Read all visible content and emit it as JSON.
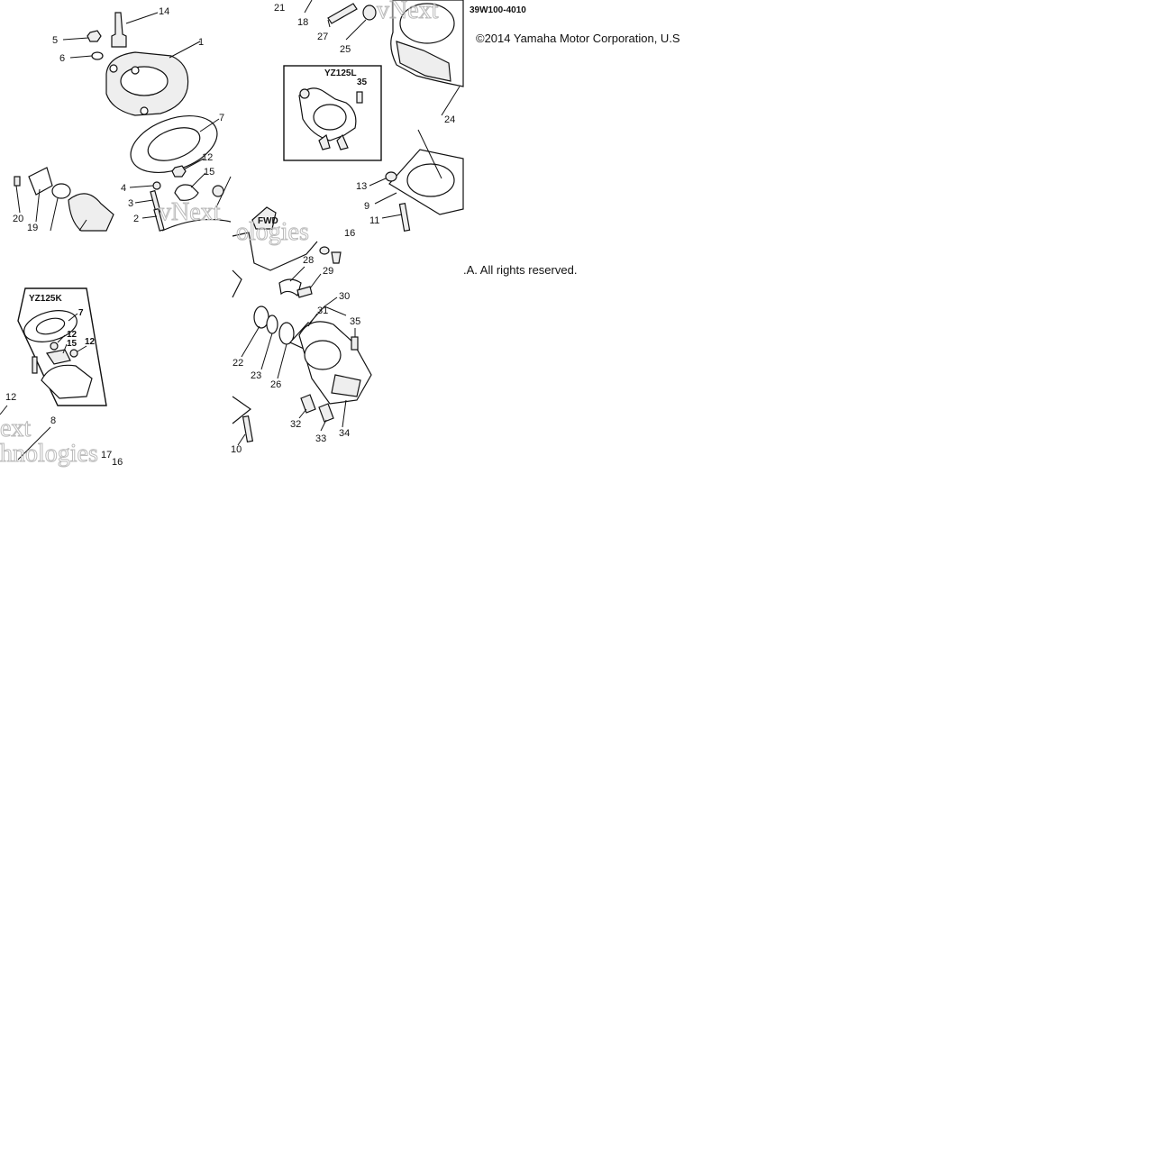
{
  "drawing_code": "39W100-4010",
  "copyright_line1": "©2014 Yamaha Motor Corporation, U.S",
  "copyright_line2": ".A. All rights reserved.",
  "inset_labels": {
    "yz125l": "YZ125L",
    "yz125k": "YZ125K"
  },
  "fwd_mark": "FWD",
  "watermark": {
    "a": "vNext",
    "b": "ext",
    "c": "hnologies",
    "d": "ologies"
  },
  "callouts": {
    "c1": "1",
    "c2": "2",
    "c3": "3",
    "c4": "4",
    "c5": "5",
    "c6": "6",
    "c7": "7",
    "c9": "9",
    "c11": "11",
    "c12": "12",
    "c13": "13",
    "c14": "14",
    "c15": "15",
    "c18": "18",
    "c19": "19",
    "c20": "20",
    "c21": "21",
    "c24": "24",
    "c25": "25",
    "c27": "27",
    "b16": "16",
    "b28": "28",
    "b29": "29",
    "b30": "30",
    "b31": "31",
    "b35": "35",
    "b22": "22",
    "b23": "23",
    "b26": "26",
    "b32": "32",
    "b33": "33",
    "b34": "34",
    "b10": "10",
    "b8": "8",
    "b12": "12",
    "b17": "17",
    "b16b": "16",
    "k7": "7",
    "k12a": "12",
    "k15": "15",
    "k12b": "12",
    "l35": "35"
  }
}
